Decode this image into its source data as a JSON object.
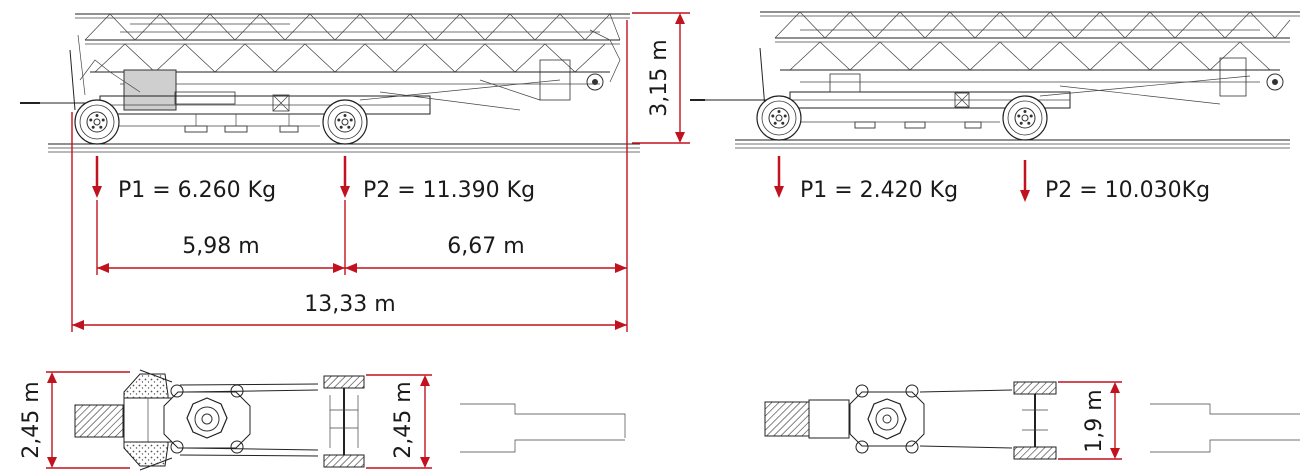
{
  "left_crane": {
    "height_label": "3,15 m",
    "p1_label": "P1 = 6.260 Kg",
    "p2_label": "P2 = 11.390 Kg",
    "dim_a": "5,98 m",
    "dim_b": "6,67 m",
    "dim_total": "13,33 m"
  },
  "right_crane": {
    "p1_label": "P1 = 2.420 Kg",
    "p2_label": "P2 = 10.030Kg"
  },
  "plan_left": {
    "width_front": "2,45 m",
    "width_rear": "2,45 m"
  },
  "plan_right": {
    "width_rear": "1,9 m"
  },
  "colors": {
    "dimension": "#c1121f",
    "line": "#222222",
    "counterweight": "#cfcfcf"
  }
}
